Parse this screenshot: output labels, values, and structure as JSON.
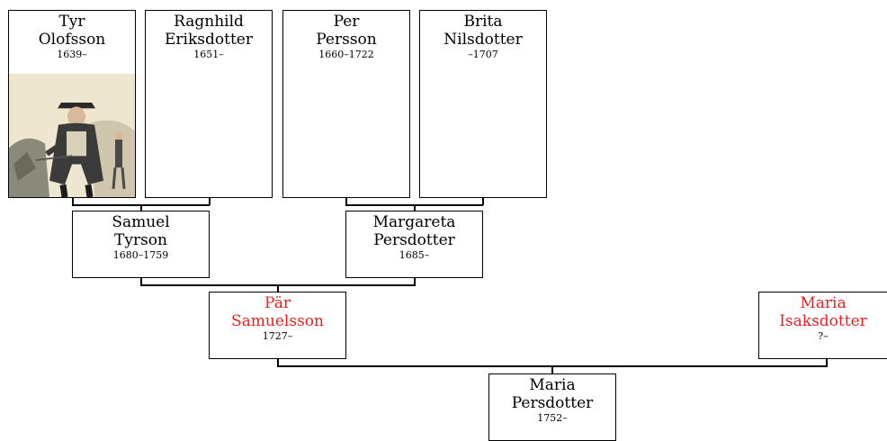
{
  "colors": {
    "line": "#000000",
    "highlight": "#e8211f"
  },
  "people": {
    "tyr": {
      "first": "Tyr",
      "last": "Olofsson",
      "years": "1639–",
      "portrait": "soldier-portrait"
    },
    "ragnhild": {
      "first": "Ragnhild",
      "last": "Eriksdotter",
      "years": "1651–"
    },
    "per": {
      "first": "Per",
      "last": "Persson",
      "years": "1660–1722"
    },
    "brita": {
      "first": "Brita",
      "last": "Nilsdotter",
      "years": "–1707"
    },
    "samuel": {
      "first": "Samuel",
      "last": "Tyrson",
      "years": "1680–1759"
    },
    "margareta": {
      "first": "Margareta",
      "last": "Persdotter",
      "years": "1685–"
    },
    "par": {
      "first": "Pär",
      "last": "Samuelsson",
      "years": "1727–",
      "highlight": true
    },
    "maria_i": {
      "first": "Maria",
      "last": "Isaksdotter",
      "years": "?–",
      "highlight": true
    },
    "maria_p": {
      "first": "Maria",
      "last": "Persdotter",
      "years": "1752–"
    }
  }
}
